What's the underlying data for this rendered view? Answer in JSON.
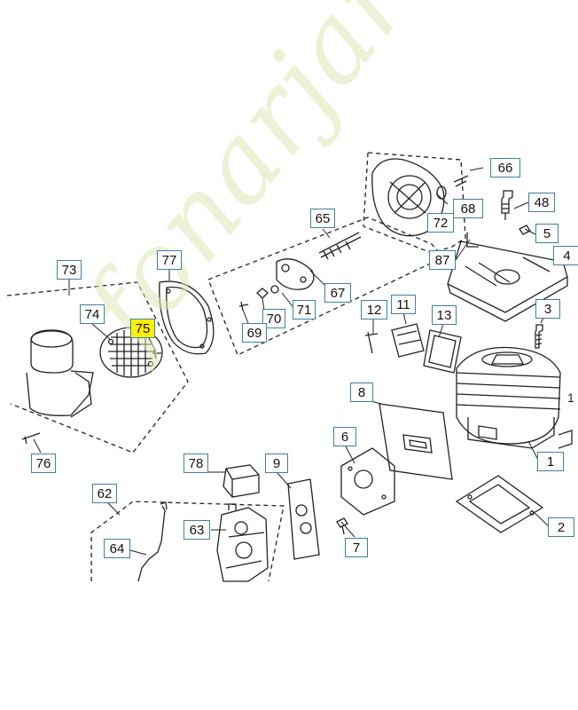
{
  "watermark": "fonarjardin.com",
  "colors": {
    "label_border": "#3f7fa6",
    "highlight": "#fff200",
    "line": "#222222",
    "watermark": "#c9d98a"
  },
  "parts": {
    "p1": "1",
    "p2": "2",
    "p3": "3",
    "p4": "4",
    "p5": "5",
    "p6": "6",
    "p7": "7",
    "p8": "8",
    "p9": "9",
    "p11": "11",
    "p12": "12",
    "p13": "13",
    "p48": "48",
    "p62": "62",
    "p63": "63",
    "p64": "64",
    "p65": "65",
    "p66": "66",
    "p67": "67",
    "p68": "68",
    "p69": "69",
    "p70": "70",
    "p71": "71",
    "p72": "72",
    "p73": "73",
    "p74": "74",
    "p75": "75",
    "p76": "76",
    "p77": "77",
    "p78": "78",
    "p87": "87"
  },
  "edge_marks": {
    "right_1": "1"
  }
}
